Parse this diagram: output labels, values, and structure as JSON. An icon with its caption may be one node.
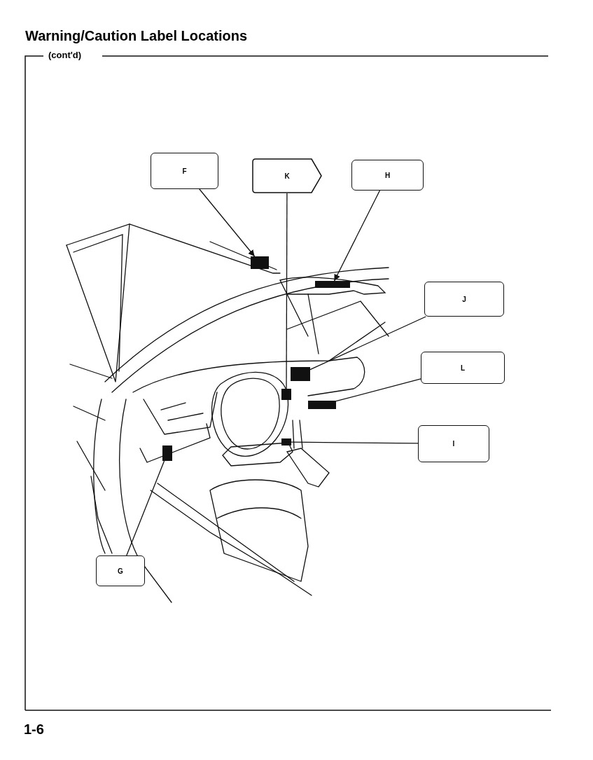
{
  "diagram": {
    "title": "Warning/Caution Label Locations",
    "nodes": [
      {
        "text": [
          "F"
        ]
      },
      {
        "text": [
          "K"
        ]
      },
      {
        "text": [
          "H"
        ]
      },
      {
        "text": [
          "J"
        ]
      },
      {
        "text": [
          "L"
        ]
      },
      {
        "text": [
          "I"
        ]
      },
      {
        "text": [
          "G"
        ]
      },
      {
        "text": [],
        "shape": "box"
      },
      {
        "text": [],
        "shape": "box"
      },
      {
        "text": [],
        "shape": "box"
      },
      {
        "text": [],
        "shape": "box"
      },
      {
        "text": [],
        "shape": "box"
      },
      {
        "text": [],
        "shape": "box"
      },
      {
        "text": [],
        "shape": "box"
      }
    ],
    "edges": [
      {
        "from": 0,
        "to": 7,
        "arrow": "to"
      },
      {
        "from": 1,
        "to": 8,
        "arrow": "none"
      },
      {
        "from": 2,
        "to": 9,
        "arrow": "to"
      },
      {
        "from": 3,
        "to": 10,
        "arrow": "none"
      },
      {
        "from": 4,
        "to": 11,
        "arrow": "none"
      },
      {
        "from": 5,
        "to": 12,
        "arrow": "none"
      },
      {
        "from": 6,
        "to": 13,
        "arrow": "none"
      }
    ],
    "labels": [
      "(cont'd)",
      "1-6"
    ]
  }
}
